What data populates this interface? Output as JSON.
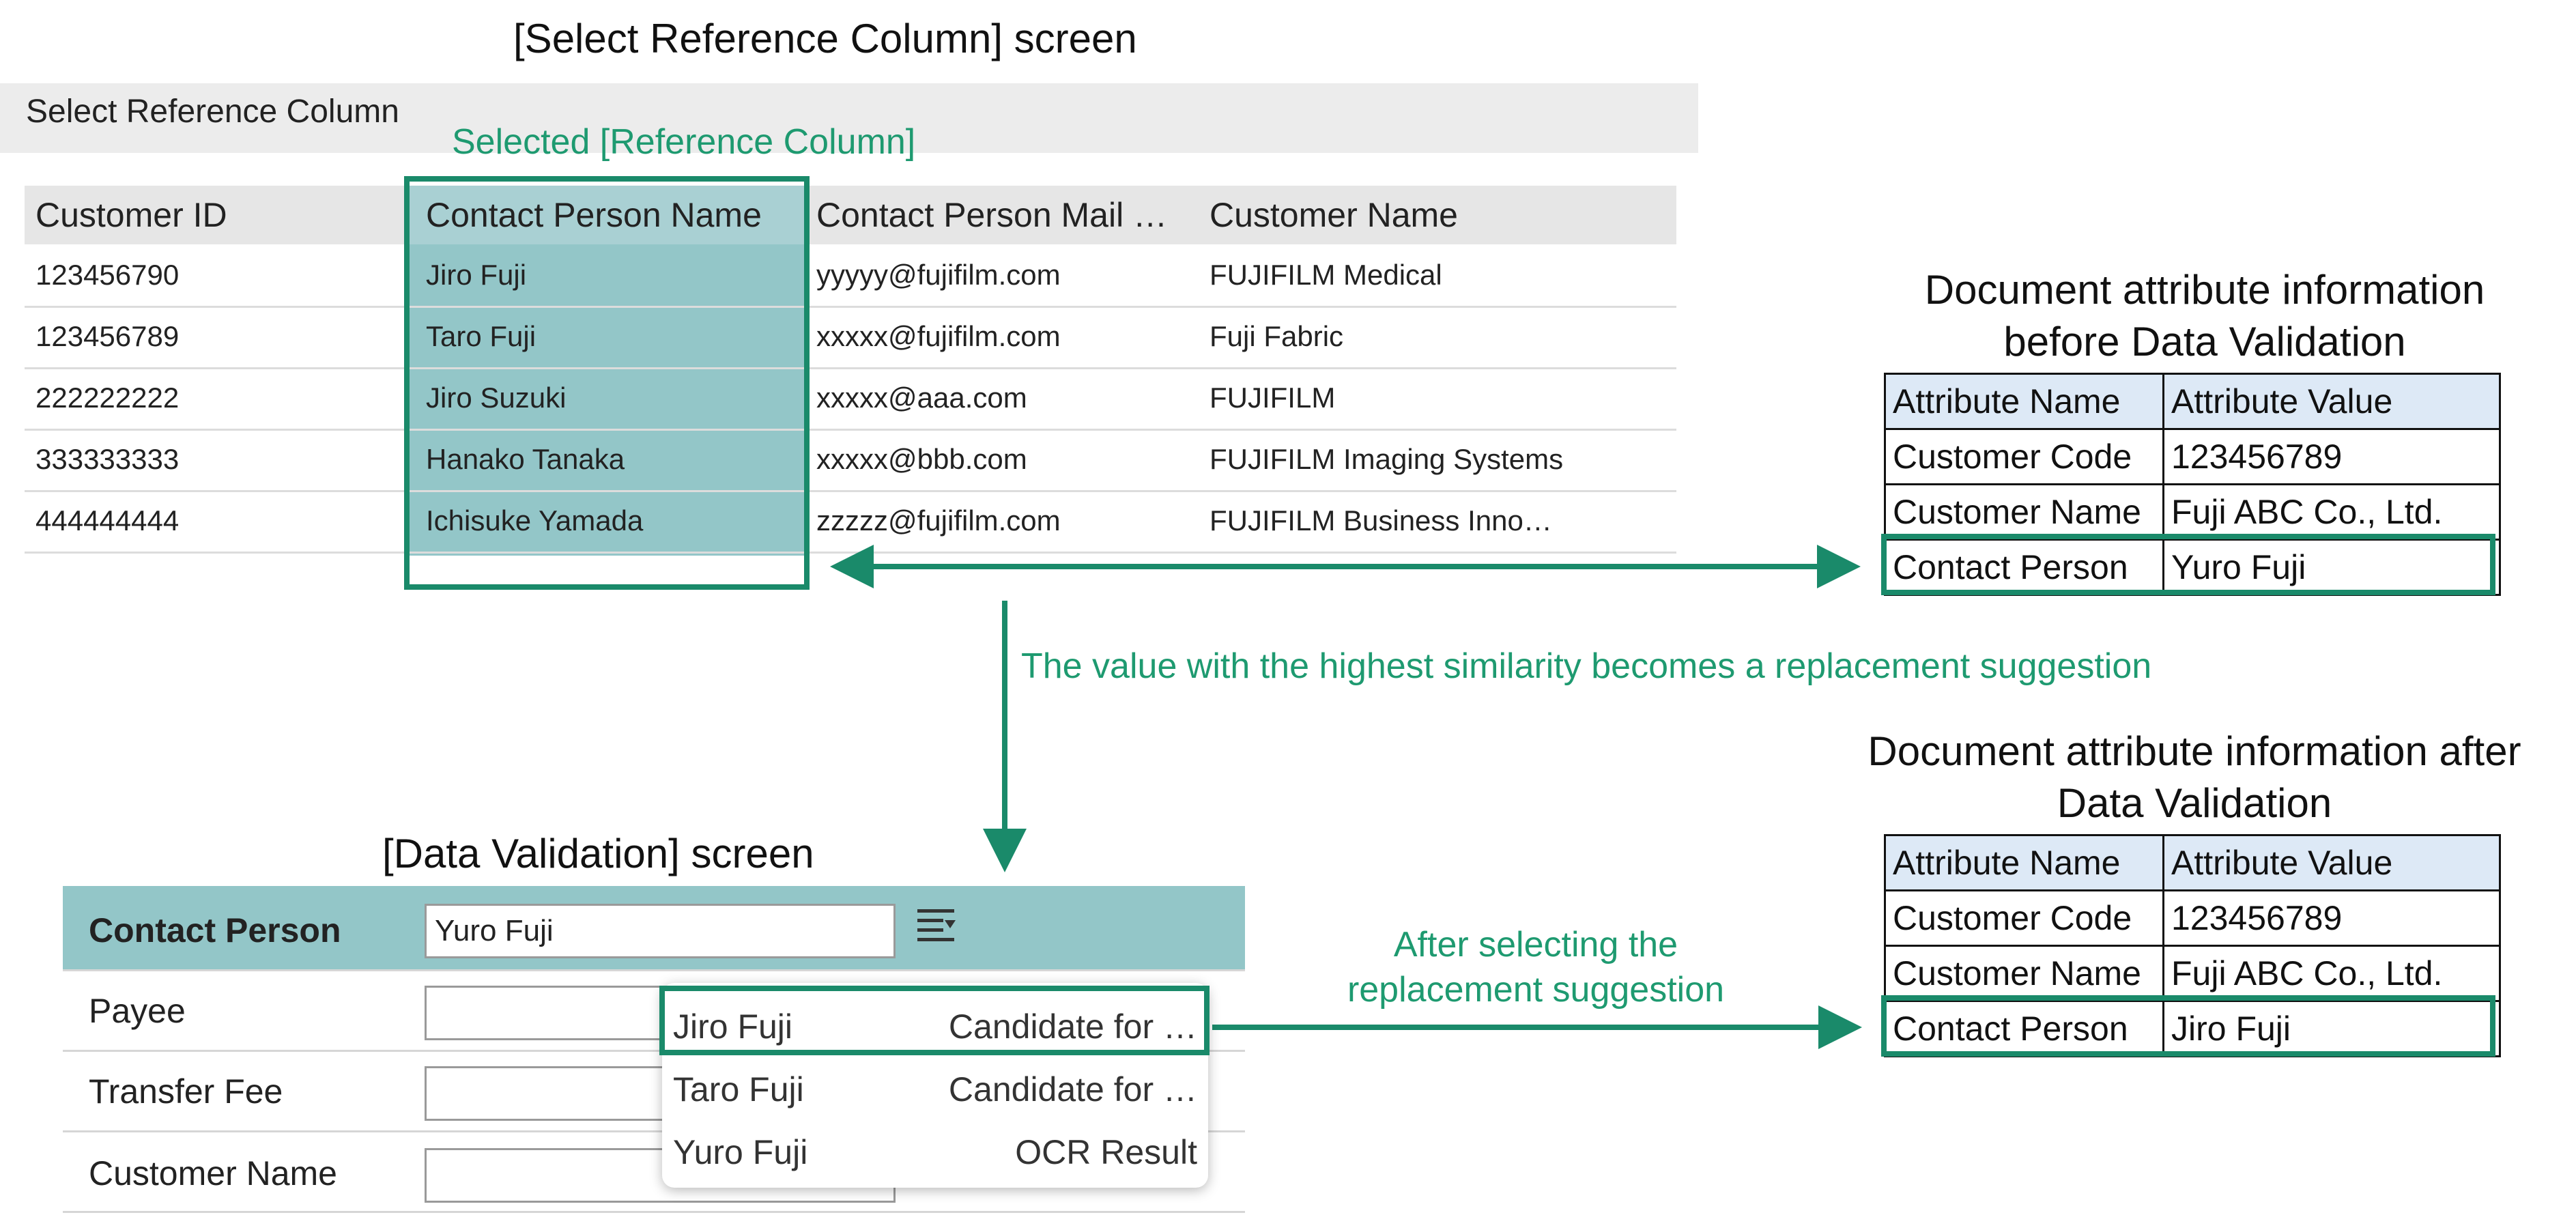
{
  "headings": {
    "select_reference_screen": "[Select Reference Column] screen",
    "data_validation_screen": "[Data Validation] screen",
    "before_title_line1": "Document attribute information",
    "before_title_line2": "before Data Validation",
    "after_title_line1": "Document attribute information after",
    "after_title_line2": "Data Validation"
  },
  "reference_panel": {
    "header": "Select Reference Column",
    "selected_label": "Selected [Reference Column]",
    "columns": [
      "Customer ID",
      "Contact Person Name",
      "Contact Person Mail …",
      "Customer Name"
    ],
    "rows": [
      [
        "123456790",
        "Jiro Fuji",
        "yyyyy@fujifilm.com",
        "FUJIFILM Medical"
      ],
      [
        "123456789",
        "Taro Fuji",
        "xxxxx@fujifilm.com",
        "Fuji Fabric"
      ],
      [
        "222222222",
        "Jiro Suzuki",
        "xxxxx@aaa.com",
        "FUJIFILM"
      ],
      [
        "333333333",
        "Hanako Tanaka",
        "xxxxx@bbb.com",
        "FUJIFILM Imaging Systems"
      ],
      [
        "444444444",
        "Ichisuke Yamada",
        "zzzzz@fujifilm.com",
        "FUJIFILM Business Inno…"
      ]
    ]
  },
  "attributes_before": {
    "header": [
      "Attribute Name",
      "Attribute Value"
    ],
    "rows": [
      [
        "Customer Code",
        "123456789"
      ],
      [
        "Customer Name",
        "Fuji ABC Co., Ltd."
      ],
      [
        "Contact Person",
        "Yuro Fuji"
      ]
    ]
  },
  "attributes_after": {
    "header": [
      "Attribute Name",
      "Attribute Value"
    ],
    "rows": [
      [
        "Customer Code",
        "123456789"
      ],
      [
        "Customer Name",
        "Fuji ABC Co., Ltd."
      ],
      [
        "Contact Person",
        "Jiro Fuji"
      ]
    ]
  },
  "annotations": {
    "similarity_note": "The value with the highest similarity becomes a replacement suggestion",
    "after_selecting_line1": "After selecting the",
    "after_selecting_line2": "replacement suggestion"
  },
  "validation_form": {
    "fields": [
      {
        "label": "Contact Person",
        "value": "Yuro Fuji"
      },
      {
        "label": "Payee",
        "value": ""
      },
      {
        "label": "Transfer Fee",
        "value": ""
      },
      {
        "label": "Customer Name",
        "value": ""
      }
    ],
    "dropdown": [
      {
        "name": "Jiro Fuji",
        "source": "Candidate for …"
      },
      {
        "name": "Taro Fuji",
        "source": "Candidate for …"
      },
      {
        "name": "Yuro Fuji",
        "source": "OCR Result"
      }
    ],
    "suggestion_list_icon": "list-dropdown-icon"
  },
  "colors": {
    "accent_green": "#1a8a6a",
    "annotation_green": "#1e9a70",
    "teal_fill": "#93c6c8",
    "table_header_blue": "#dde9f6"
  }
}
